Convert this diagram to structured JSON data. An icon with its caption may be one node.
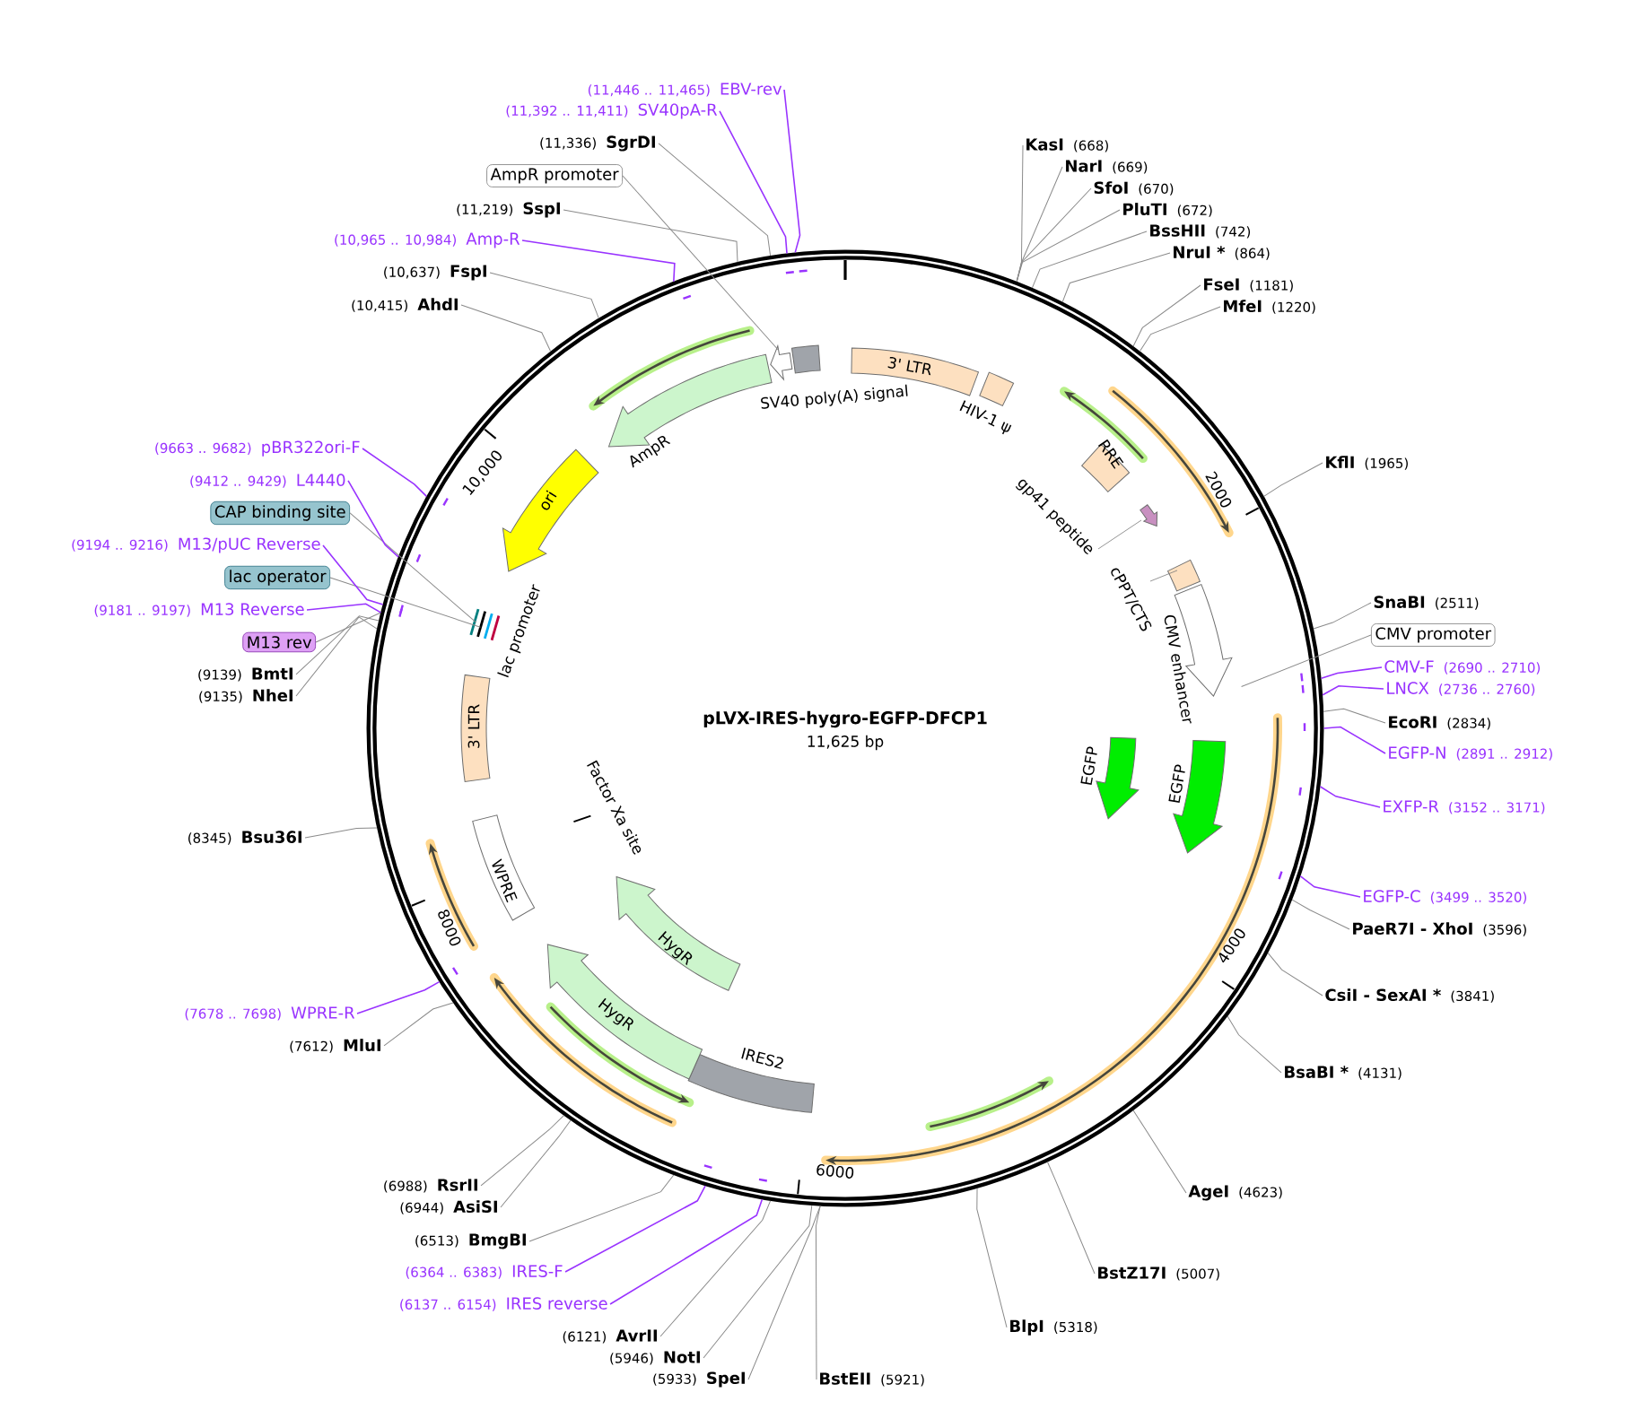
{
  "diagram": {
    "title": "pLVX-IRES-hygro-EGFP-DFCP1",
    "nodes": [
      {
        "text": [],
        "shape": "circle"
      },
      {
        "text": [
          "KasI",
          "(668)"
        ]
      },
      {
        "text": [
          "NarI",
          "(669)"
        ]
      },
      {
        "text": [
          "SfoI",
          "(670)"
        ]
      },
      {
        "text": [
          "PluTI",
          "(672)"
        ]
      },
      {
        "text": [
          "BssHII",
          "(742)"
        ]
      },
      {
        "text": [
          "NruI *",
          "(864)"
        ]
      },
      {
        "text": [
          "FseI",
          "(1181)"
        ]
      },
      {
        "text": [
          "MfeI",
          "(1220)"
        ]
      },
      {
        "text": [
          "KflI",
          "(1965)"
        ]
      },
      {
        "text": [
          "SnaBI",
          "(2511)"
        ]
      },
      {
        "text": [
          "CMV promoter"
        ]
      },
      {
        "text": [
          "CMV-F",
          "(2690 .. 2710)"
        ]
      },
      {
        "text": [
          "LNCX",
          "(2736 .. 2760)"
        ]
      },
      {
        "text": [
          "EcoRI",
          "(2834)"
        ]
      },
      {
        "text": [
          "EGFP-N",
          "(2891 .. 2912)"
        ]
      },
      {
        "text": [
          "EXFP-R",
          "(3152 .. 3171)"
        ]
      },
      {
        "text": [
          "EGFP-C",
          "(3499 .. 3520)"
        ]
      },
      {
        "text": [
          "PaeR7I - XhoI",
          "(3596)"
        ]
      },
      {
        "text": [
          "CsiI - SexAI *",
          "(3841)"
        ]
      },
      {
        "text": [
          "BsaBI *",
          "(4131)"
        ]
      },
      {
        "text": [
          "AgeI",
          "(4623)"
        ]
      },
      {
        "text": [
          "BstZ17I",
          "(5007)"
        ]
      },
      {
        "text": [
          "BlpI",
          "(5318)"
        ]
      },
      {
        "text": [
          "BstEII",
          "(5921)"
        ]
      },
      {
        "text": [
          "(5933)",
          "SpeI"
        ]
      },
      {
        "text": [
          "(5946)",
          "NotI"
        ]
      },
      {
        "text": [
          "(6121)",
          "AvrII"
        ]
      },
      {
        "text": [
          "(6137 .. 6154)",
          "IRES reverse"
        ]
      },
      {
        "text": [
          "(6364 .. 6383)",
          "IRES-F"
        ]
      },
      {
        "text": [
          "(6513)",
          "BmgBI"
        ]
      },
      {
        "text": [
          "(6944)",
          "AsiSI"
        ]
      },
      {
        "text": [
          "(6988)",
          "RsrII"
        ]
      },
      {
        "text": [
          "(7612)",
          "MluI"
        ]
      },
      {
        "text": [
          "(7678 .. 7698)",
          "WPRE-R"
        ]
      },
      {
        "text": [
          "(8345)",
          "Bsu36I"
        ]
      },
      {
        "text": [
          "(9135)",
          "NheI"
        ]
      },
      {
        "text": [
          "(9139)",
          "BmtI"
        ]
      },
      {
        "text": [
          "M13 rev"
        ]
      },
      {
        "text": [
          "(9181 .. 9197)",
          "M13 Reverse"
        ]
      },
      {
        "text": [
          "lac operator"
        ]
      },
      {
        "text": [
          "(9194 .. 9216)",
          "M13/pUC Reverse"
        ]
      },
      {
        "text": [
          "CAP binding site"
        ]
      },
      {
        "text": [
          "(9412 .. 9429)",
          "L4440"
        ]
      },
      {
        "text": [
          "(9663 .. 9682)",
          "pBR322ori-F"
        ]
      },
      {
        "text": [
          "(10,415)",
          "AhdI"
        ]
      },
      {
        "text": [
          "(10,637)",
          "FspI"
        ]
      },
      {
        "text": [
          "(10,965 .. 10,984)",
          "Amp-R"
        ]
      },
      {
        "text": [
          "(11,219)",
          "SspI"
        ]
      },
      {
        "text": [
          "AmpR promoter"
        ]
      },
      {
        "text": [
          "(11,336)",
          "SgrDI"
        ]
      },
      {
        "text": [
          "(11,392 .. 11,411)",
          "SV40pA-R"
        ]
      },
      {
        "text": [
          "(11,446 .. 11,465)",
          "EBV-rev"
        ]
      },
      {
        "text": [
          "3' LTR"
        ],
        "in": 0
      },
      {
        "text": [
          "HIV-1 ψ"
        ],
        "in": 0
      },
      {
        "text": [
          "RRE"
        ],
        "in": 0
      },
      {
        "text": [
          "gp41 peptide"
        ],
        "in": 0
      },
      {
        "text": [
          "cPPT/CTS"
        ],
        "in": 0
      },
      {
        "text": [
          "CMV enhancer"
        ],
        "in": 0
      },
      {
        "text": [
          "EGFP"
        ],
        "in": 0
      },
      {
        "text": [
          "EGFP"
        ],
        "in": 0
      },
      {
        "text": [
          "IRES2"
        ],
        "in": 0
      },
      {
        "text": [
          "HygR"
        ],
        "in": 0
      },
      {
        "text": [
          "HygR"
        ],
        "in": 0
      },
      {
        "text": [
          "Factor Xa site"
        ],
        "in": 0
      },
      {
        "text": [
          "WPRE"
        ],
        "in": 0
      },
      {
        "text": [
          "3' LTR"
        ],
        "in": 0
      },
      {
        "text": [
          "lac promoter"
        ],
        "in": 0
      },
      {
        "text": [
          "ori"
        ],
        "in": 0
      },
      {
        "text": [
          "AmpR"
        ],
        "in": 0
      },
      {
        "text": [
          "SV40 poly(A) signal"
        ],
        "in": 0
      }
    ],
    "edges": [
      {
        "from": 1,
        "to": 0,
        "arrow": "none"
      },
      {
        "from": 2,
        "to": 0,
        "arrow": "none"
      },
      {
        "from": 3,
        "to": 0,
        "arrow": "none"
      },
      {
        "from": 4,
        "to": 0,
        "arrow": "none"
      },
      {
        "from": 5,
        "to": 0,
        "arrow": "none"
      },
      {
        "from": 6,
        "to": 0,
        "arrow": "none"
      },
      {
        "from": 7,
        "to": 0,
        "arrow": "none"
      },
      {
        "from": 8,
        "to": 0,
        "arrow": "none"
      },
      {
        "from": 9,
        "to": 0,
        "arrow": "none"
      },
      {
        "from": 10,
        "to": 0,
        "arrow": "none"
      },
      {
        "from": 11,
        "to": 58,
        "arrow": "none"
      },
      {
        "from": 12,
        "to": 0,
        "arrow": "none",
        "color": "#9933ff"
      },
      {
        "from": 13,
        "to": 0,
        "arrow": "none",
        "color": "#9933ff"
      },
      {
        "from": 14,
        "to": 0,
        "arrow": "none"
      },
      {
        "from": 15,
        "to": 0,
        "arrow": "none",
        "color": "#9933ff"
      },
      {
        "from": 16,
        "to": 0,
        "arrow": "none",
        "color": "#9933ff"
      },
      {
        "from": 17,
        "to": 0,
        "arrow": "none",
        "color": "#9933ff"
      },
      {
        "from": 18,
        "to": 0,
        "arrow": "none"
      },
      {
        "from": 19,
        "to": 0,
        "arrow": "none"
      },
      {
        "from": 20,
        "to": 0,
        "arrow": "none"
      },
      {
        "from": 21,
        "to": 0,
        "arrow": "none"
      },
      {
        "from": 22,
        "to": 0,
        "arrow": "none"
      },
      {
        "from": 23,
        "to": 0,
        "arrow": "none"
      },
      {
        "from": 24,
        "to": 0,
        "arrow": "none"
      },
      {
        "from": 25,
        "to": 0,
        "arrow": "none"
      },
      {
        "from": 26,
        "to": 0,
        "arrow": "none"
      },
      {
        "from": 27,
        "to": 0,
        "arrow": "none"
      },
      {
        "from": 28,
        "to": 0,
        "arrow": "none",
        "color": "#9933ff"
      },
      {
        "from": 29,
        "to": 0,
        "arrow": "none",
        "color": "#9933ff"
      },
      {
        "from": 30,
        "to": 0,
        "arrow": "none"
      },
      {
        "from": 31,
        "to": 0,
        "arrow": "none"
      },
      {
        "from": 32,
        "to": 0,
        "arrow": "none"
      },
      {
        "from": 33,
        "to": 0,
        "arrow": "none"
      },
      {
        "from": 34,
        "to": 0,
        "arrow": "none",
        "color": "#9933ff"
      },
      {
        "from": 35,
        "to": 0,
        "arrow": "none"
      },
      {
        "from": 36,
        "to": 0,
        "arrow": "none"
      },
      {
        "from": 37,
        "to": 0,
        "arrow": "none"
      },
      {
        "from": 38,
        "to": 0,
        "arrow": "none"
      },
      {
        "from": 39,
        "to": 0,
        "arrow": "none",
        "color": "#9933ff"
      },
      {
        "from": 40,
        "to": 67,
        "arrow": "none"
      },
      {
        "from": 41,
        "to": 0,
        "arrow": "none",
        "color": "#9933ff"
      },
      {
        "from": 42,
        "to": 67,
        "arrow": "none"
      },
      {
        "from": 43,
        "to": 0,
        "arrow": "none",
        "color": "#9933ff"
      },
      {
        "from": 44,
        "to": 0,
        "arrow": "none",
        "color": "#9933ff"
      },
      {
        "from": 45,
        "to": 0,
        "arrow": "none"
      },
      {
        "from": 46,
        "to": 0,
        "arrow": "none"
      },
      {
        "from": 47,
        "to": 0,
        "arrow": "none",
        "color": "#9933ff"
      },
      {
        "from": 48,
        "to": 0,
        "arrow": "none"
      },
      {
        "from": 49,
        "to": 70,
        "arrow": "none"
      },
      {
        "from": 50,
        "to": 0,
        "arrow": "none"
      },
      {
        "from": 51,
        "to": 0,
        "arrow": "none",
        "color": "#9933ff"
      },
      {
        "from": 52,
        "to": 0,
        "arrow": "none",
        "color": "#9933ff"
      }
    ],
    "labels": [
      "2000",
      "4000",
      "6000",
      "8000",
      "10,000",
      "11,625 bp"
    ]
  }
}
